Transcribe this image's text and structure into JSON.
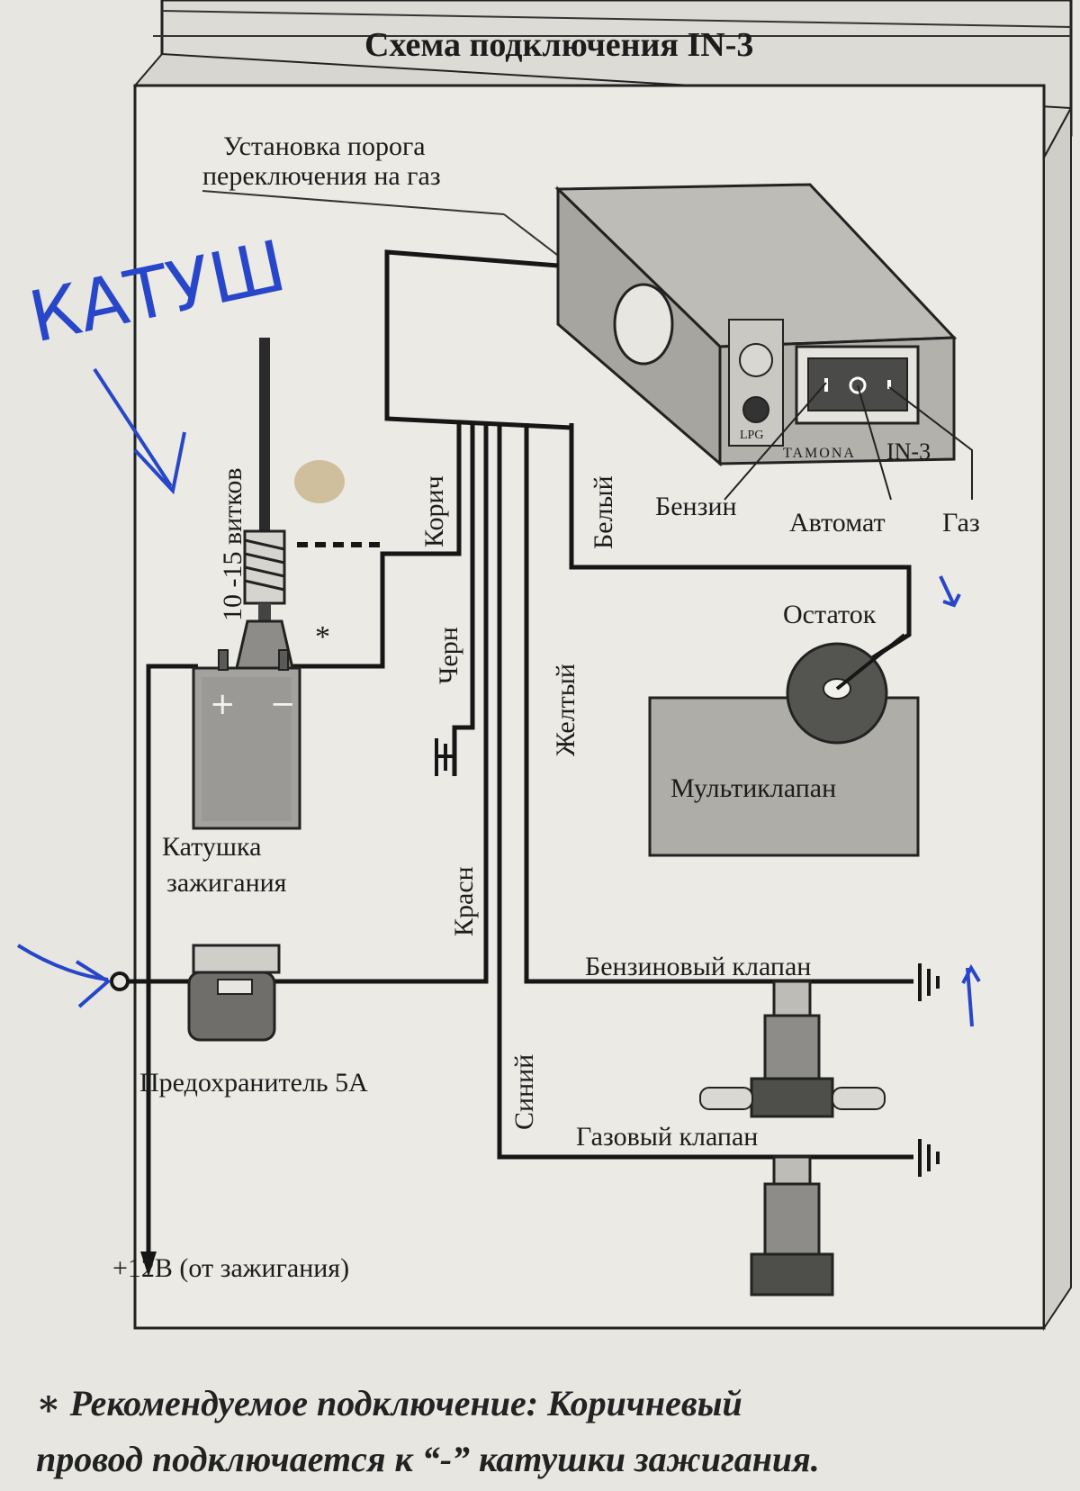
{
  "title": "Схема подключения  IN-3",
  "threshold_label": [
    "Установка порога",
    "переключения на газ"
  ],
  "handwritten_note": "КАТУШ",
  "coil_turns_label": "10 -15 витков",
  "asterisk": "*",
  "coil": {
    "plus": "+",
    "minus": "−",
    "label": [
      "Катушка",
      "зажигания"
    ]
  },
  "fuse_label": "Предохранитель 5А",
  "power_label": "+12В (от зажигания)",
  "wires": {
    "brown": "Корич",
    "black": "Черн",
    "red": "Красн",
    "yellow": "Желтый",
    "white": "Белый",
    "blue": "Синий"
  },
  "device": {
    "brand": "TAMONA",
    "model": "IN-3",
    "indicator": "LPG"
  },
  "switch_positions": [
    "Бензин",
    "Автомат",
    "Газ"
  ],
  "remainder_label": "Остаток",
  "multivalve_label": "Мультиклапан",
  "petrol_valve_label": "Бензиновый клапан",
  "gas_valve_label": "Газовый клапан",
  "footnote": [
    "∗  Рекомендуемое подключение: Коричневый",
    "провод подключается к “-” катушки зажигания."
  ],
  "colors": {
    "ink": "#1b1b1b",
    "paper": "#e7e6e1",
    "pen": "#2746c9"
  }
}
